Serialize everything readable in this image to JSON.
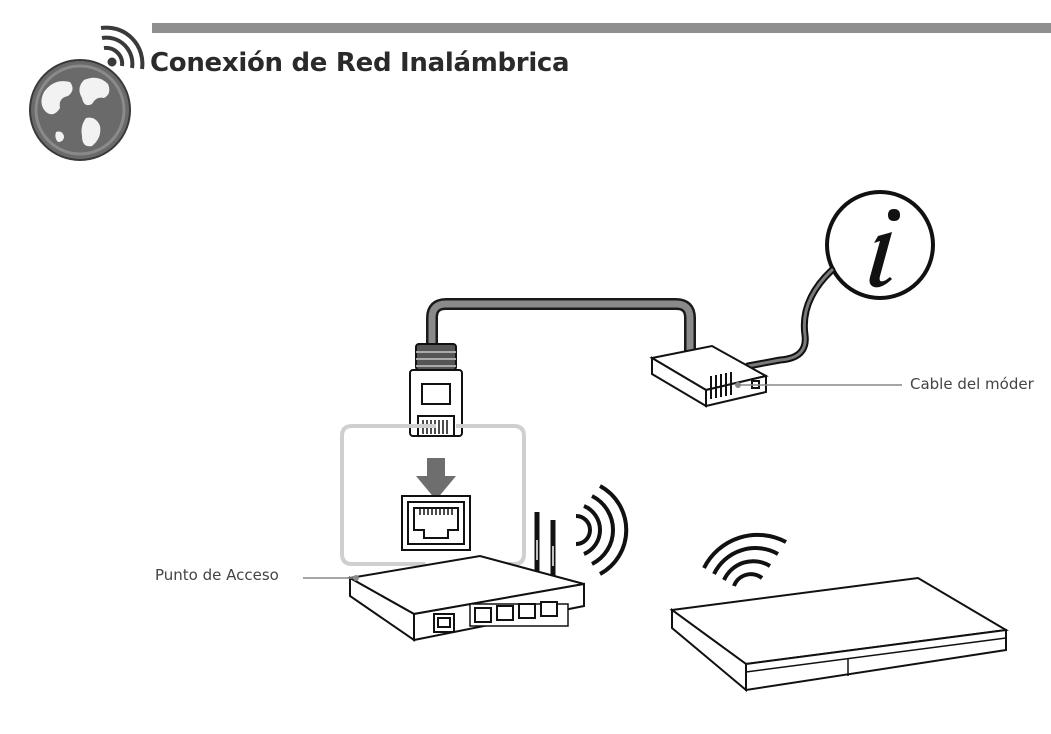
{
  "section": {
    "title": "Conexión de Red Inalámbrica",
    "icon": "globe-wireless-icon"
  },
  "diagram": {
    "modem_label": "Cable del móder",
    "access_point_label": "Punto de Acceso",
    "info_icon": "info-icon",
    "colors": {
      "rule": "#8f8f8f",
      "cable": "#6e6e6e",
      "callout": "#c8c8c8",
      "line": "#1a1a1a"
    }
  }
}
